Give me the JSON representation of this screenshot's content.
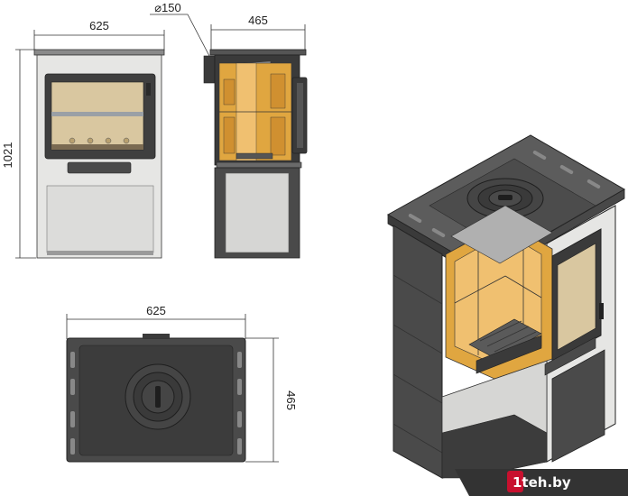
{
  "front_view": {
    "width_label": "625",
    "height_label": "1021"
  },
  "side_view": {
    "depth_label": "465",
    "flue_label": "⌀150"
  },
  "top_view": {
    "width_label": "625",
    "depth_label": "465"
  },
  "watermark": {
    "text": "1teh.by",
    "badge_color": "#c8102e"
  },
  "colors": {
    "steel": "#4a4a4a",
    "panel": "#e6e6e4",
    "firebrick": "#e0a640",
    "glass": "#d9c7a0"
  }
}
